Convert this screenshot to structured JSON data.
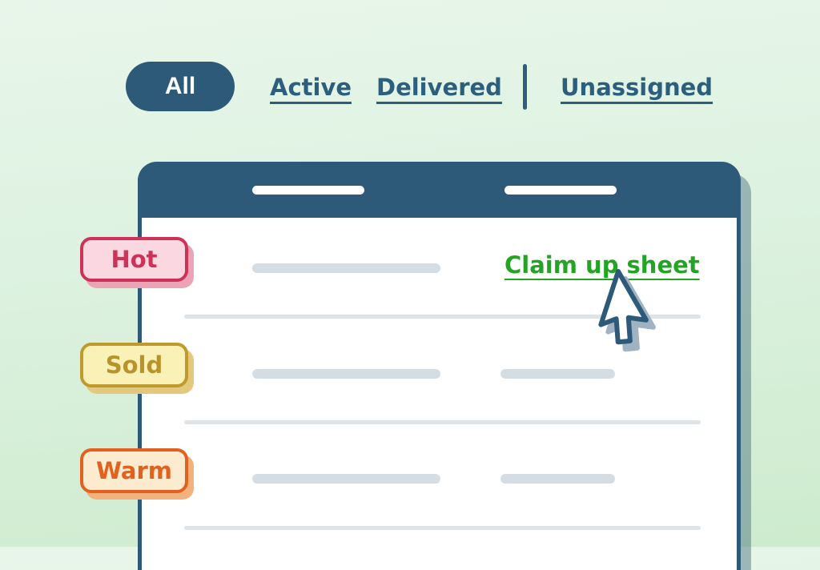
{
  "filter_tabs": {
    "items": [
      {
        "label": "All",
        "state": "selected"
      },
      {
        "label": "Active",
        "state": "link"
      },
      {
        "label": "Delivered",
        "state": "link"
      },
      {
        "label": "Unassigned",
        "state": "link"
      }
    ],
    "separator_between": [
      "Delivered",
      "Unassigned"
    ]
  },
  "lead_tags": [
    {
      "label": "Hot",
      "text_color": "#ce3357",
      "background": "#fbd7e1",
      "border_color": "#ce3357",
      "shadow_color": "#eba4b5"
    },
    {
      "label": "Sold",
      "text_color": "#b8932b",
      "background": "#faf1b7",
      "border_color": "#bf9b2d",
      "shadow_color": "#e4c87d"
    },
    {
      "label": "Warm",
      "text_color": "#e2611f",
      "background": "#fdebd0",
      "border_color": "#e2611f",
      "shadow_color": "#f3b17e"
    }
  ],
  "sheet": {
    "header_placeholder_count": 2,
    "rows": [
      {
        "tag": "Hot",
        "link_label": "Claim up sheet"
      },
      {
        "tag": "Sold"
      },
      {
        "tag": "Warm"
      }
    ]
  },
  "cursor": {
    "name": "arrow-cursor",
    "target": "Claim up sheet"
  },
  "colors": {
    "accent_teal": "#2d5a78",
    "tab_link_teal": "#2c5f7e",
    "link_green": "#25a325",
    "background_top": "#e8f6ea",
    "background_bottom": "#cdebce",
    "placeholder_line": "#d5dde4",
    "divider": "#dde4e9",
    "card_shadow": "rgba(58,98,116,0.42)",
    "cursor_shadow": "#9fb3c2"
  }
}
